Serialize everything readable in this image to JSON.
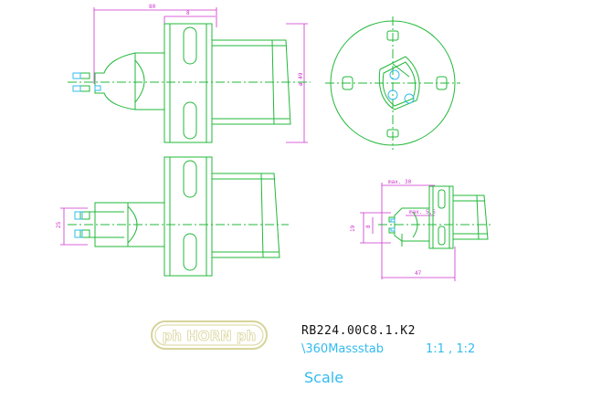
{
  "drawing": {
    "part_number": "RB224.00C8.1.K2",
    "scale_caption": "\\360Massstab",
    "scale_ratios": "1:1 , 1:2",
    "scale_label": "Scale",
    "logo_text": "ph HORN ph",
    "dimensions": {
      "top_total": "80",
      "top_partial": "8",
      "right_height": "ø 49",
      "left_height": "25",
      "detail_max": "max. 30",
      "detail_inner": "max. 5,5",
      "detail_height": "19",
      "detail_small": "8",
      "detail_length": "47"
    }
  },
  "colors": {
    "line": "#22b83a",
    "dimension": "#cc33cc",
    "accent": "#33bbee",
    "logo": "#d8d49a"
  }
}
